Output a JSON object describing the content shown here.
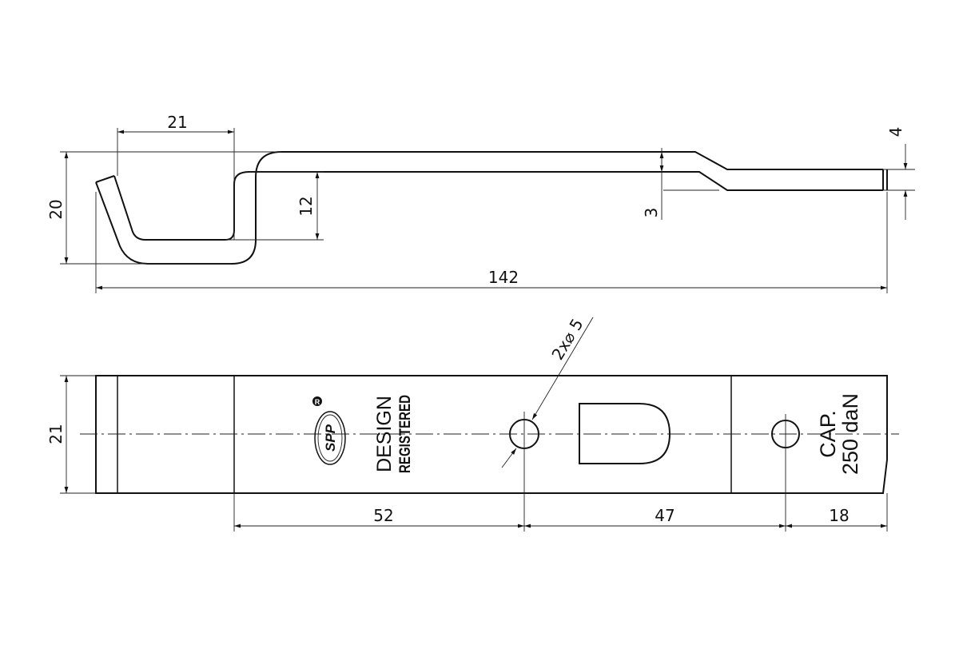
{
  "top_view": {
    "dims": {
      "hook_width": "21",
      "overall_height": "20",
      "inner_height": "12",
      "tip_thickness": "4",
      "offset": "3",
      "overall_length": "142"
    }
  },
  "bottom_view": {
    "dims": {
      "hole_callout": "2x⌀ 5",
      "width": "21",
      "to_first_hole": "52",
      "hole_spacing": "47",
      "hole_to_end": "18"
    },
    "markings": {
      "logo": "SPP",
      "registered": "R",
      "design": "DESIGN",
      "registered_text": "REGISTERED",
      "cap": "CAP.",
      "capacity": "250 daN"
    }
  }
}
